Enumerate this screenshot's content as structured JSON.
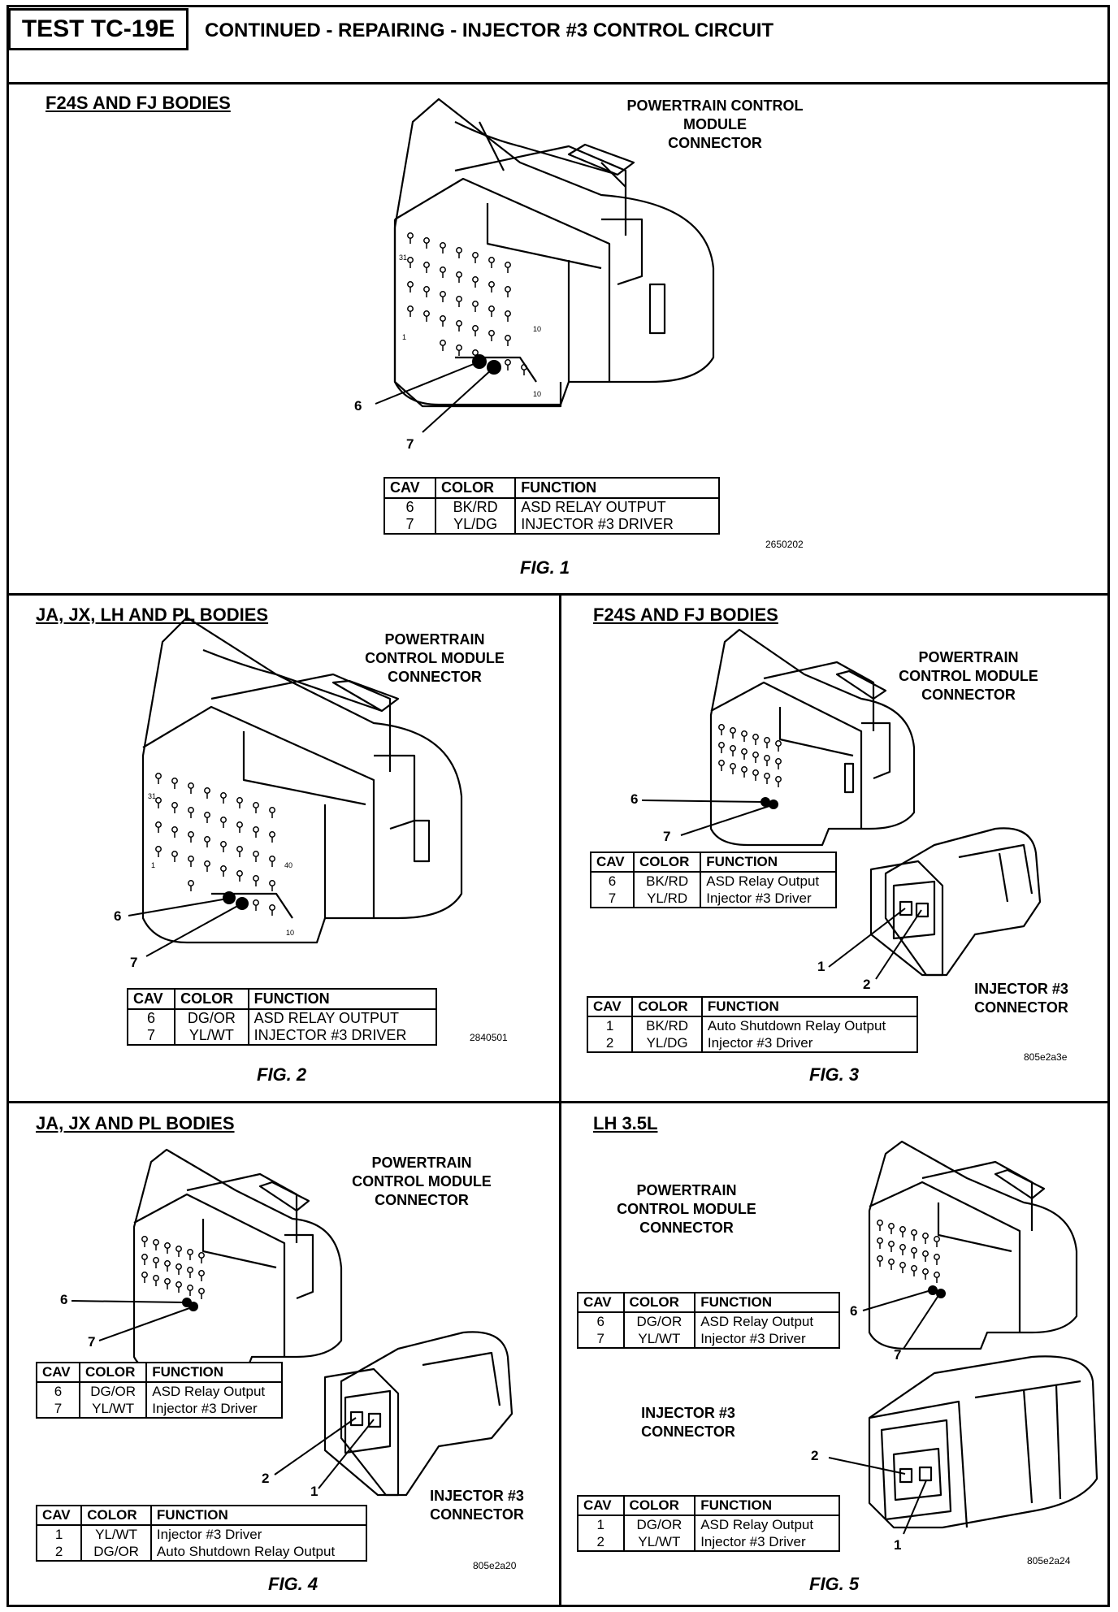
{
  "header": {
    "test_id": "TEST TC-19E",
    "title": "CONTINUED - REPAIRING - INJECTOR #3 CONTROL CIRCUIT"
  },
  "fig1": {
    "section_title": "F24S AND FJ BODIES",
    "connector_label": [
      "POWERTRAIN CONTROL",
      "MODULE",
      "CONNECTOR"
    ],
    "callouts": [
      "6",
      "7"
    ],
    "pin_labels": [
      "31",
      "10",
      "1",
      "10"
    ],
    "table": {
      "headers": [
        "CAV",
        "COLOR",
        "FUNCTION"
      ],
      "rows": [
        [
          "6",
          "BK/RD",
          "ASD RELAY OUTPUT"
        ],
        [
          "7",
          "YL/DG",
          "INJECTOR #3 DRIVER"
        ]
      ]
    },
    "code": "2650202",
    "caption": "FIG. 1"
  },
  "fig2": {
    "section_title": "JA, JX, LH AND PL BODIES",
    "connector_label": [
      "POWERTRAIN",
      "CONTROL MODULE",
      "CONNECTOR"
    ],
    "callouts": [
      "6",
      "7"
    ],
    "pin_labels": [
      "31",
      "40",
      "1",
      "10"
    ],
    "table": {
      "headers": [
        "CAV",
        "COLOR",
        "FUNCTION"
      ],
      "rows": [
        [
          "6",
          "DG/OR",
          "ASD RELAY OUTPUT"
        ],
        [
          "7",
          "YL/WT",
          "INJECTOR #3 DRIVER"
        ]
      ]
    },
    "code": "2840501",
    "caption": "FIG. 2"
  },
  "fig3": {
    "section_title": "F24S AND FJ BODIES",
    "connector_label": [
      "POWERTRAIN",
      "CONTROL MODULE",
      "CONNECTOR"
    ],
    "injector_label": [
      "INJECTOR #3",
      "CONNECTOR"
    ],
    "callouts": [
      "6",
      "7",
      "1",
      "2"
    ],
    "pcm_table": {
      "headers": [
        "CAV",
        "COLOR",
        "FUNCTION"
      ],
      "rows": [
        [
          "6",
          "BK/RD",
          "ASD Relay Output"
        ],
        [
          "7",
          "YL/RD",
          "Injector #3 Driver"
        ]
      ]
    },
    "inj_table": {
      "headers": [
        "CAV",
        "COLOR",
        "FUNCTION"
      ],
      "rows": [
        [
          "1",
          "BK/RD",
          "Auto Shutdown Relay Output"
        ],
        [
          "2",
          "YL/DG",
          "Injector #3 Driver"
        ]
      ]
    },
    "code": "805e2a3e",
    "caption": "FIG. 3"
  },
  "fig4": {
    "section_title": "JA, JX AND PL BODIES",
    "connector_label": [
      "POWERTRAIN",
      "CONTROL MODULE",
      "CONNECTOR"
    ],
    "injector_label": [
      "INJECTOR #3",
      "CONNECTOR"
    ],
    "callouts": [
      "6",
      "7",
      "2",
      "1"
    ],
    "pcm_table": {
      "headers": [
        "CAV",
        "COLOR",
        "FUNCTION"
      ],
      "rows": [
        [
          "6",
          "DG/OR",
          "ASD Relay Output"
        ],
        [
          "7",
          "YL/WT",
          "Injector #3 Driver"
        ]
      ]
    },
    "inj_table": {
      "headers": [
        "CAV",
        "COLOR",
        "FUNCTION"
      ],
      "rows": [
        [
          "1",
          "YL/WT",
          "Injector #3 Driver"
        ],
        [
          "2",
          "DG/OR",
          "Auto Shutdown Relay Output"
        ]
      ]
    },
    "code": "805e2a20",
    "caption": "FIG. 4"
  },
  "fig5": {
    "section_title": "LH 3.5L",
    "connector_label": [
      "POWERTRAIN",
      "CONTROL MODULE",
      "CONNECTOR"
    ],
    "injector_label": [
      "INJECTOR #3",
      "CONNECTOR"
    ],
    "callouts": [
      "6",
      "7",
      "2",
      "1"
    ],
    "pcm_table": {
      "headers": [
        "CAV",
        "COLOR",
        "FUNCTION"
      ],
      "rows": [
        [
          "6",
          "DG/OR",
          "ASD Relay Output"
        ],
        [
          "7",
          "YL/WT",
          "Injector #3 Driver"
        ]
      ]
    },
    "inj_table": {
      "headers": [
        "CAV",
        "COLOR",
        "FUNCTION"
      ],
      "rows": [
        [
          "1",
          "DG/OR",
          "ASD Relay Output"
        ],
        [
          "2",
          "YL/WT",
          "Injector #3 Driver"
        ]
      ]
    },
    "code": "805e2a24",
    "caption": "FIG. 5"
  }
}
